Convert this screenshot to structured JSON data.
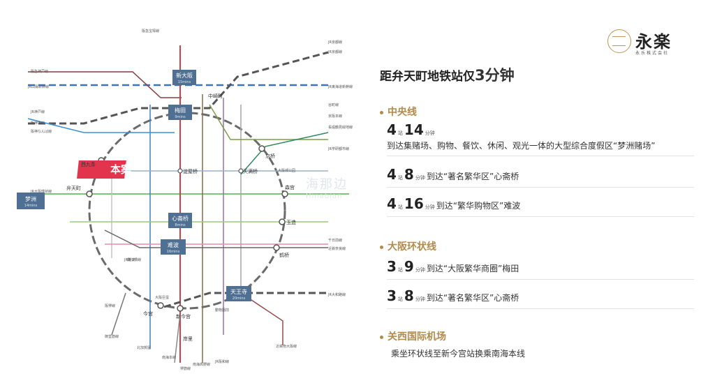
{
  "map": {
    "project_tag": "本案",
    "stations": {
      "shin_osaka": {
        "name": "新大阪",
        "time": "15mins"
      },
      "umeda": {
        "name": "梅田",
        "time": "9mins"
      },
      "yumeshima": {
        "name": "梦洲",
        "time": "14mins"
      },
      "shinsaibashi": {
        "name": "心斋桥",
        "time": "8mins"
      },
      "namba": {
        "name": "难波",
        "time": "16mins"
      },
      "tennoji": {
        "name": "天王寺",
        "time": "20mins"
      }
    },
    "labels": {
      "nishikujo": "西九条",
      "bentencho": "弁天町",
      "yodoyabashi": "淀屋桥",
      "tenma": "天满桥",
      "kyobashi": "京桥",
      "morinomiya": "森宫",
      "tamatsukuri": "玉造",
      "tsuruhashi": "鹤桥",
      "nakazakicho": "中崎町",
      "osakajo_koen": "大阪城公园",
      "imamiya": "今宫",
      "shin_imamiya": "新今宫",
      "dobutsuen": "動物園前",
      "kishinosato": "岸里",
      "jr_namba": "JR難波",
      "osaka_dome": "大阪巨蛋"
    },
    "line_labels": {
      "l1": "阪急宝塚線",
      "l2": "JR京都線",
      "l3": "JR京都線",
      "l4": "阪急神戸線",
      "l5": "JR山陽新幹線",
      "l6": "JR東海道新幹線",
      "l7": "JR神戸線",
      "l8": "谷町線",
      "l9": "京阪本線",
      "l10": "長堀鶴見緑地線",
      "l11": "JR学研都市線",
      "l12": "阪神本線",
      "l13": "阪神なんば線",
      "l14": "千日前線",
      "l15": "近鉄奈良線",
      "l16": "JR大阪環状線",
      "l17": "JR大和路線",
      "l18": "阪堺線",
      "l19": "南海本線",
      "l20": "南海高野線",
      "l21": "近鉄南大阪線",
      "l22": "御堂筋線",
      "l23": "四つ橋線",
      "l24": "JR阪和線",
      "l25": "堺筋線",
      "l26": "北加賀屋"
    }
  },
  "watermark": {
    "cn": "海那边",
    "en": "Hinabian"
  },
  "logo": {
    "brand": "永楽",
    "sub": "永乐株式会社"
  },
  "headline": {
    "prefix": "距弁天町地铁站仅",
    "emphasis": "3分钟"
  },
  "sections": [
    {
      "title": "中央线",
      "items": [
        {
          "stops": "4",
          "unit1": "站",
          "mins": "14",
          "unit2": "分钟",
          "text": "",
          "line2": "到达集赌场、购物、餐饮、休闲、观光一体的大型综合度假区“梦洲赌场”"
        },
        {
          "stops": "4",
          "unit1": "站",
          "mins": "8",
          "unit2": "分钟",
          "text": "到达“著名繁华区”心斋桥",
          "line2": ""
        },
        {
          "stops": "4",
          "unit1": "站",
          "mins": "16",
          "unit2": "分钟",
          "text": "到达“繁华购物区”难波",
          "line2": ""
        }
      ]
    },
    {
      "title": "大阪环状线",
      "items": [
        {
          "stops": "3",
          "unit1": "站",
          "mins": "9",
          "unit2": "分钟",
          "text": "到达“大阪繁华商圈”梅田",
          "line2": ""
        },
        {
          "stops": "3",
          "unit1": "站",
          "mins": "8",
          "unit2": "分钟",
          "text": "到达“著名繁华区”心斋桥",
          "line2": ""
        }
      ]
    },
    {
      "title": "关西国际机场",
      "note": "乘坐环状线至新今宫站换乘南海本线"
    }
  ],
  "colors": {
    "accent": "#b28a4a",
    "station_box": "#4f6f93",
    "project_tag": "#e3344e",
    "loop_line": "#6a6a6a",
    "chuo_line": "#7cc57a"
  }
}
